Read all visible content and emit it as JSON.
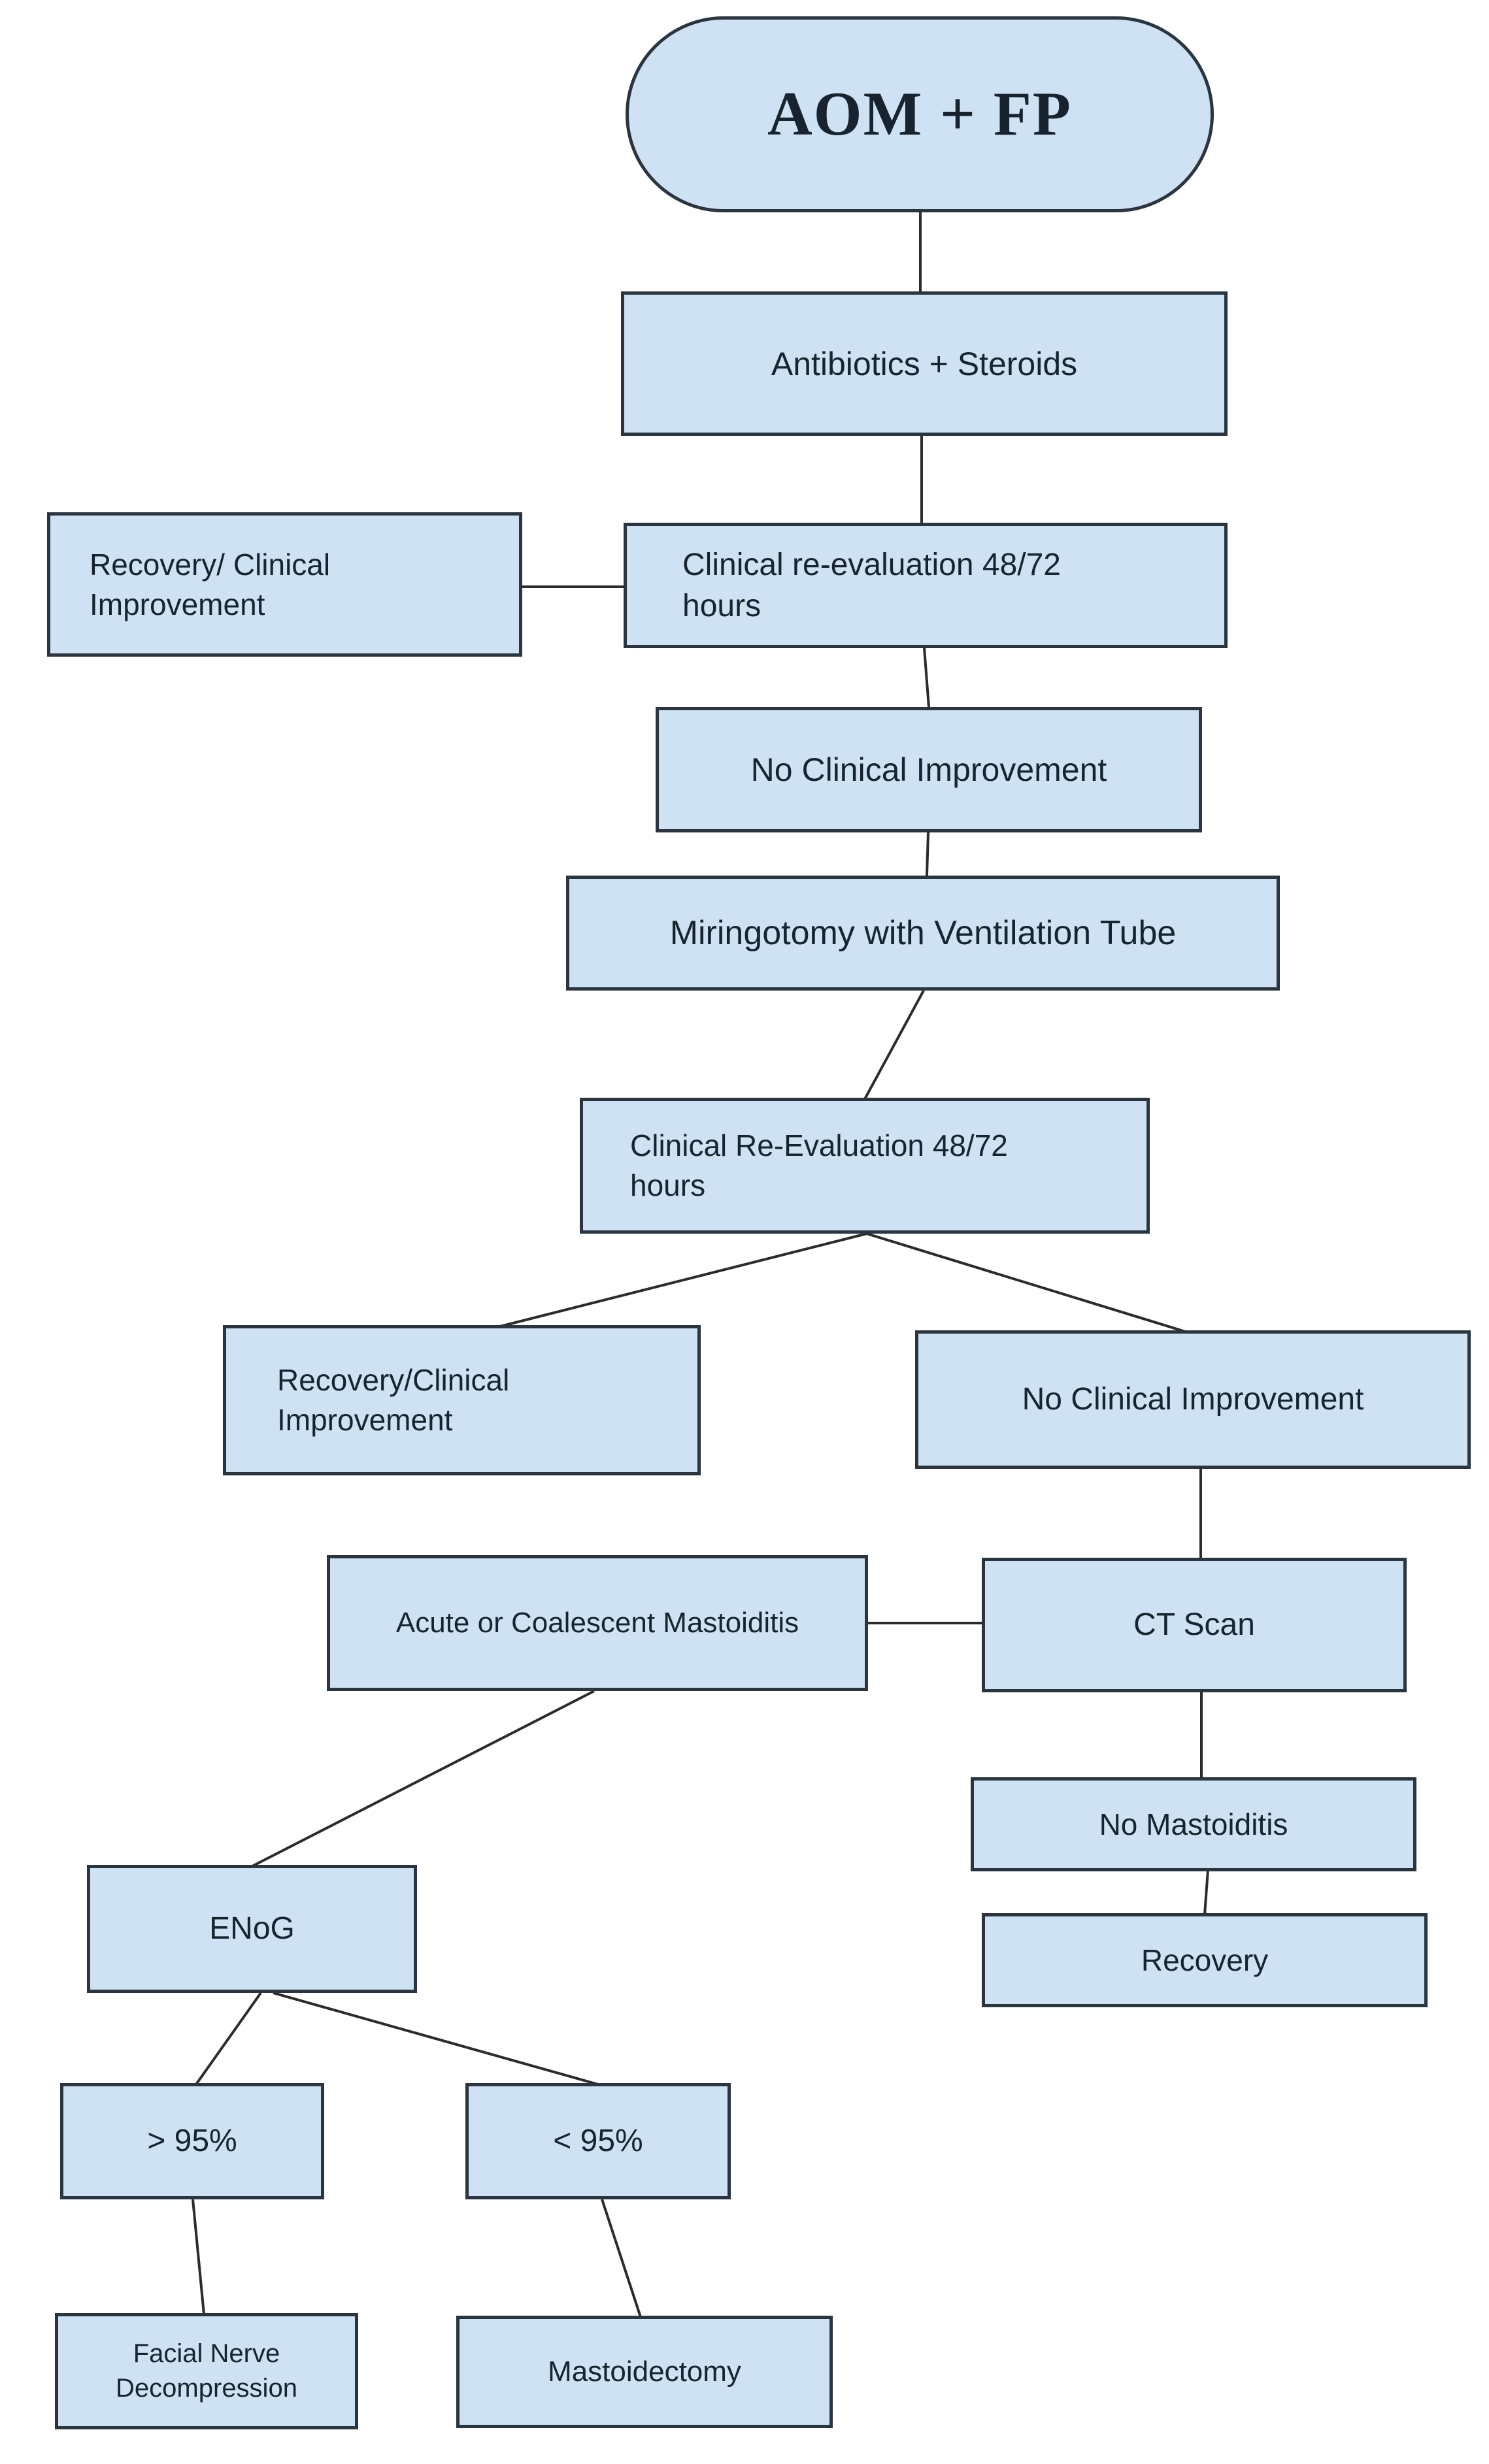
{
  "page": {
    "background_color": "#ffffff",
    "node_fill_color": "#cfe2f3",
    "node_border_color": "#2a3540",
    "connector_color": "#2b2b2b",
    "text_color": "#17242f"
  },
  "diagram": {
    "type": "flowchart",
    "nodes": [
      {
        "id": "aom-fp",
        "shape": "pill",
        "label": "AOM + FP"
      },
      {
        "id": "antibiotics-steroids",
        "shape": "rect",
        "label": "Antibiotics + Steroids"
      },
      {
        "id": "recovery-improvement-1",
        "shape": "rect",
        "label": "Recovery/ Clinical\nImprovement"
      },
      {
        "id": "re-evaluation-1",
        "shape": "rect",
        "label": "Clinical re-evaluation 48/72\nhours"
      },
      {
        "id": "no-improvement-1",
        "shape": "rect",
        "label": "No Clinical Improvement"
      },
      {
        "id": "miringotomy",
        "shape": "rect",
        "label": "Miringotomy with Ventilation Tube"
      },
      {
        "id": "re-evaluation-2",
        "shape": "rect",
        "label": "Clinical Re-Evaluation 48/72\nhours"
      },
      {
        "id": "recovery-improvement-2",
        "shape": "rect",
        "label": "Recovery/Clinical\nImprovement"
      },
      {
        "id": "no-improvement-2",
        "shape": "rect",
        "label": "No Clinical Improvement"
      },
      {
        "id": "acute-mastoiditis",
        "shape": "rect",
        "label": "Acute or Coalescent Mastoiditis"
      },
      {
        "id": "ct-scan",
        "shape": "rect",
        "label": "CT Scan"
      },
      {
        "id": "no-mastoiditis",
        "shape": "rect",
        "label": "No Mastoiditis"
      },
      {
        "id": "recovery-final",
        "shape": "rect",
        "label": "Recovery"
      },
      {
        "id": "enog",
        "shape": "rect",
        "label": "ENoG"
      },
      {
        "id": "gt-95",
        "shape": "rect",
        "label": "> 95%"
      },
      {
        "id": "lt-95",
        "shape": "rect",
        "label": "< 95%"
      },
      {
        "id": "facial-nerve-decompression",
        "shape": "rect",
        "label": "Facial Nerve\nDecompression"
      },
      {
        "id": "mastoidectomy",
        "shape": "rect",
        "label": "Mastoidectomy"
      }
    ],
    "edges": [
      {
        "from": "aom-fp",
        "to": "antibiotics-steroids"
      },
      {
        "from": "antibiotics-steroids",
        "to": "re-evaluation-1"
      },
      {
        "from": "re-evaluation-1",
        "to": "recovery-improvement-1"
      },
      {
        "from": "re-evaluation-1",
        "to": "no-improvement-1"
      },
      {
        "from": "no-improvement-1",
        "to": "miringotomy"
      },
      {
        "from": "miringotomy",
        "to": "re-evaluation-2"
      },
      {
        "from": "re-evaluation-2",
        "to": "recovery-improvement-2"
      },
      {
        "from": "re-evaluation-2",
        "to": "no-improvement-2"
      },
      {
        "from": "no-improvement-2",
        "to": "ct-scan"
      },
      {
        "from": "ct-scan",
        "to": "acute-mastoiditis"
      },
      {
        "from": "ct-scan",
        "to": "no-mastoiditis"
      },
      {
        "from": "no-mastoiditis",
        "to": "recovery-final"
      },
      {
        "from": "acute-mastoiditis",
        "to": "enog"
      },
      {
        "from": "enog",
        "to": "gt-95"
      },
      {
        "from": "enog",
        "to": "lt-95"
      },
      {
        "from": "gt-95",
        "to": "facial-nerve-decompression"
      },
      {
        "from": "lt-95",
        "to": "mastoidectomy"
      }
    ]
  }
}
